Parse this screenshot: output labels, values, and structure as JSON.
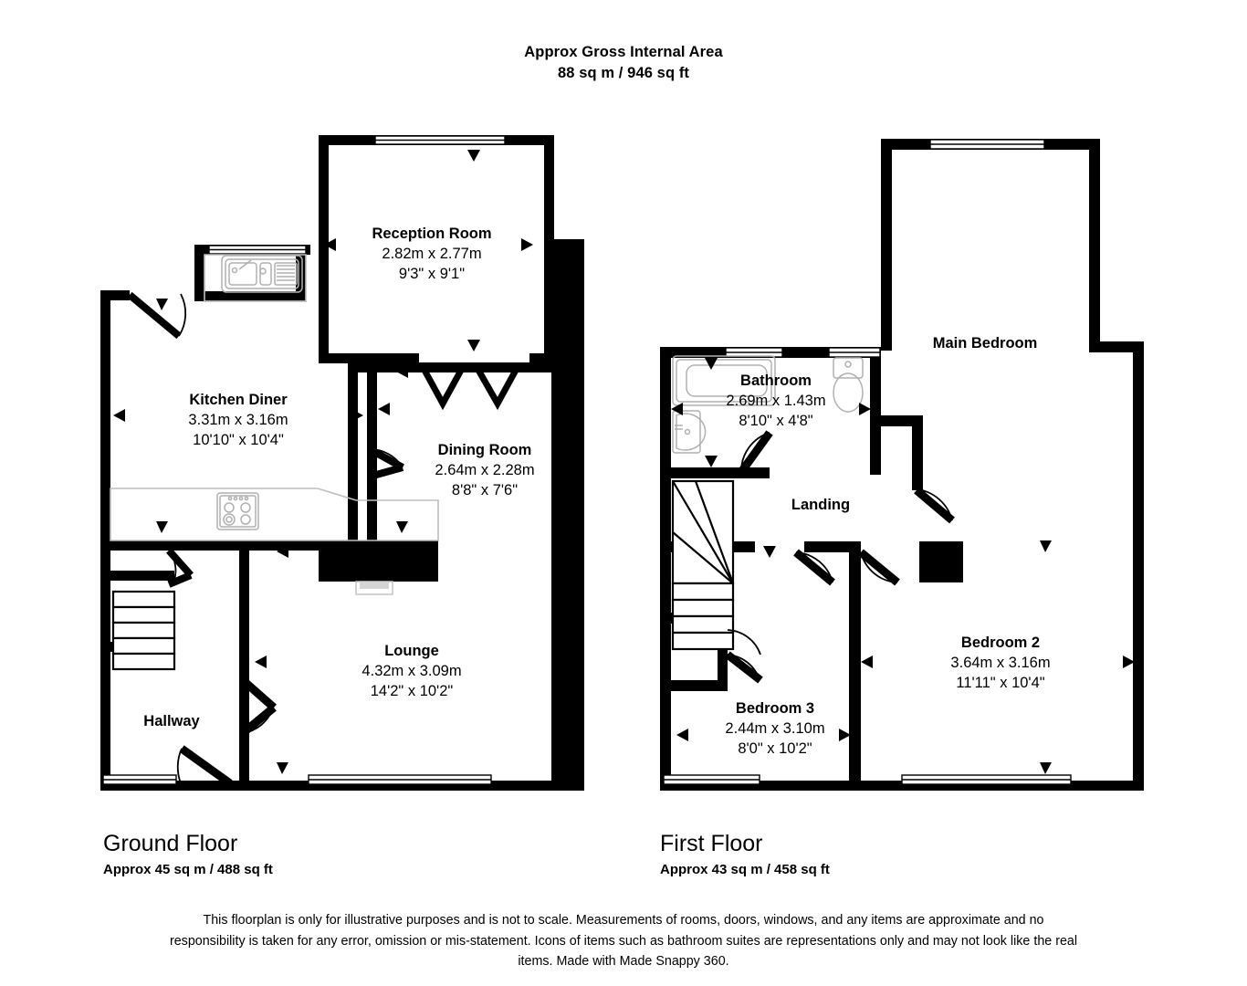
{
  "header": {
    "line1": "Approx Gross Internal Area",
    "line2": "88 sq m / 946 sq ft"
  },
  "floors": [
    {
      "id": "ground",
      "title": "Ground Floor",
      "area": "Approx 45 sq m / 488 sq ft",
      "rooms": [
        {
          "name": "Reception Room",
          "metric": "2.82m x 2.77m",
          "imperial": "9'3\" x 9'1\""
        },
        {
          "name": "Kitchen Diner",
          "metric": "3.31m x 3.16m",
          "imperial": "10'10\" x 10'4\""
        },
        {
          "name": "Dining Room",
          "metric": "2.64m x 2.28m",
          "imperial": "8'8\" x 7'6\""
        },
        {
          "name": "Lounge",
          "metric": "4.32m x 3.09m",
          "imperial": "14'2\" x 10'2\""
        },
        {
          "name": "Hallway",
          "metric": "",
          "imperial": ""
        }
      ]
    },
    {
      "id": "first",
      "title": "First Floor",
      "area": "Approx 43 sq m / 458 sq ft",
      "rooms": [
        {
          "name": "Main Bedroom",
          "metric": "",
          "imperial": ""
        },
        {
          "name": "Bathroom",
          "metric": "2.69m x 1.43m",
          "imperial": "8'10\" x 4'8\""
        },
        {
          "name": "Landing",
          "metric": "",
          "imperial": ""
        },
        {
          "name": "Bedroom 2",
          "metric": "3.64m x 3.16m",
          "imperial": "11'11\" x 10'4\""
        },
        {
          "name": "Bedroom 3",
          "metric": "2.44m x 3.10m",
          "imperial": "8'0\" x 10'2\""
        }
      ]
    }
  ],
  "disclaimer": "This floorplan is only for illustrative purposes and is not to scale. Measurements of rooms, doors, windows, and any items are approximate and no responsibility is taken for any error, omission or mis-statement. Icons of items such as bathroom suites are representations only and may not look like the real items. Made with Made Snappy 360.",
  "style": {
    "wall_color": "#000000",
    "fixture_color": "#a8a8a8",
    "background": "#ffffff"
  }
}
